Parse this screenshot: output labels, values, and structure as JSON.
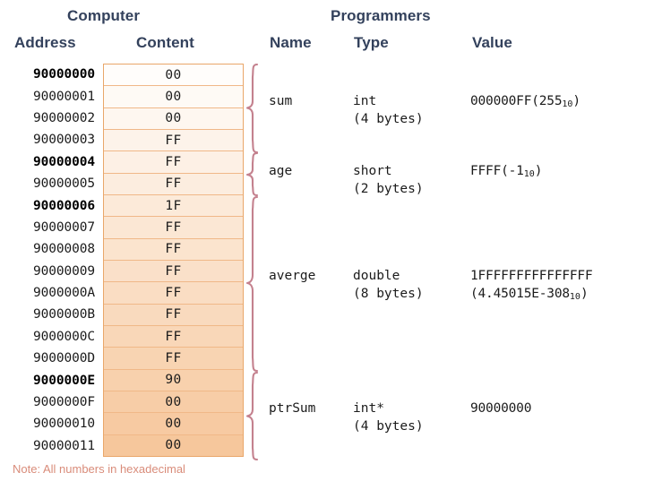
{
  "headings": {
    "computer": "Computer",
    "programmers": "Programmers"
  },
  "columns": {
    "address": "Address",
    "content": "Content",
    "name": "Name",
    "type": "Type",
    "value": "Value"
  },
  "memory": {
    "rows": [
      {
        "address": "90000000",
        "content": "00",
        "group_start": true
      },
      {
        "address": "90000001",
        "content": "00",
        "group_start": false
      },
      {
        "address": "90000002",
        "content": "00",
        "group_start": false
      },
      {
        "address": "90000003",
        "content": "FF",
        "group_start": false
      },
      {
        "address": "90000004",
        "content": "FF",
        "group_start": true
      },
      {
        "address": "90000005",
        "content": "FF",
        "group_start": false
      },
      {
        "address": "90000006",
        "content": "1F",
        "group_start": true
      },
      {
        "address": "90000007",
        "content": "FF",
        "group_start": false
      },
      {
        "address": "90000008",
        "content": "FF",
        "group_start": false
      },
      {
        "address": "90000009",
        "content": "FF",
        "group_start": false
      },
      {
        "address": "9000000A",
        "content": "FF",
        "group_start": false
      },
      {
        "address": "9000000B",
        "content": "FF",
        "group_start": false
      },
      {
        "address": "9000000C",
        "content": "FF",
        "group_start": false
      },
      {
        "address": "9000000D",
        "content": "FF",
        "group_start": false
      },
      {
        "address": "9000000E",
        "content": "90",
        "group_start": true
      },
      {
        "address": "9000000F",
        "content": "00",
        "group_start": false
      },
      {
        "address": "90000010",
        "content": "00",
        "group_start": false
      },
      {
        "address": "90000011",
        "content": "00",
        "group_start": false
      }
    ]
  },
  "variables": [
    {
      "name": "sum",
      "type": "int",
      "size": "(4 bytes)",
      "value_hex": "000000FF(255",
      "value_sub": "10",
      "value_tail": ")",
      "value2_hex": "",
      "value2_sub": "",
      "value2_tail": ""
    },
    {
      "name": "age",
      "type": "short",
      "size": "(2 bytes)",
      "value_hex": "FFFF(-1",
      "value_sub": "10",
      "value_tail": ")",
      "value2_hex": "",
      "value2_sub": "",
      "value2_tail": ""
    },
    {
      "name": "averge",
      "type": "double",
      "size": "(8 bytes)",
      "value_hex": "1FFFFFFFFFFFFFFF",
      "value_sub": "",
      "value_tail": "",
      "value2_hex": "(4.45015E-308",
      "value2_sub": "10",
      "value2_tail": ")"
    },
    {
      "name": "ptrSum",
      "type": "int*",
      "size": "(4 bytes)",
      "value_hex": "90000000",
      "value_sub": "",
      "value_tail": "",
      "value2_hex": "",
      "value2_sub": "",
      "value2_tail": ""
    }
  ],
  "footnote": "Note: All numbers in hexadecimal",
  "colors": {
    "heading": "#33415c",
    "table_border": "#e9a76a",
    "row_divider": "#f0b888",
    "brace": "#c4818e",
    "footnote": "#d98c7a",
    "row_gradient_top": "#fffdfb",
    "row_gradient_bottom": "#f6c79c"
  }
}
